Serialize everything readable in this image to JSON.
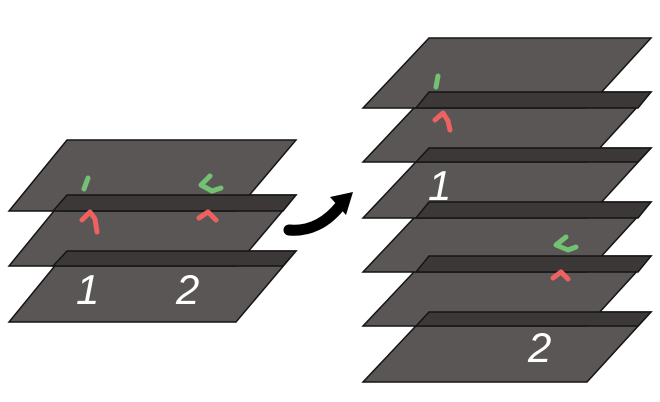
{
  "colors": {
    "sheet": "#5b5656",
    "overlap_band": "#3c3838",
    "outline": "#141414",
    "label": "#ffffff",
    "green_mark": "#73c173",
    "red_mark": "#ef6060",
    "arrow": "#000000"
  },
  "left_stack": {
    "labels": [
      "1",
      "2"
    ]
  },
  "right_stack": {
    "labels": [
      "1",
      "2"
    ]
  },
  "transition_arrow": "curved-arrow-icon"
}
